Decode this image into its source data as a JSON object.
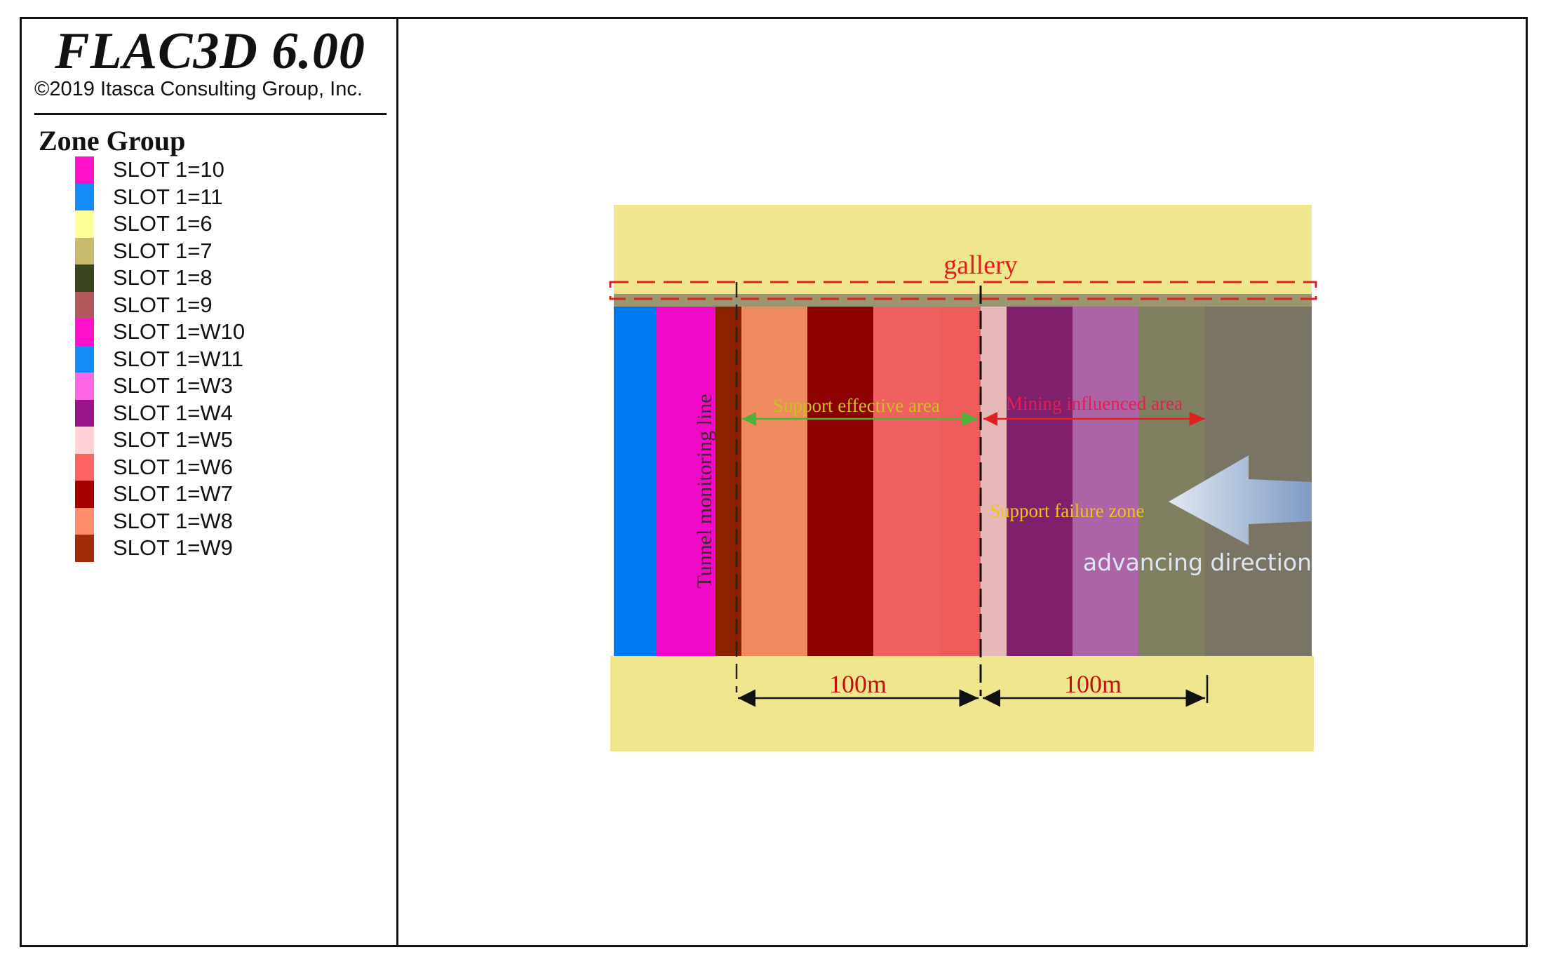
{
  "header": {
    "software_title": "FLAC3D 6.00",
    "copyright": "©2019 Itasca Consulting Group, Inc."
  },
  "legend": {
    "title": "Zone Group",
    "items": [
      {
        "label": "SLOT 1=10",
        "color": "#ff11cc"
      },
      {
        "label": "SLOT 1=11",
        "color": "#138cf7"
      },
      {
        "label": "SLOT 1=6",
        "color": "#ffff99"
      },
      {
        "label": "SLOT 1=7",
        "color": "#c8bb6e"
      },
      {
        "label": "SLOT 1=8",
        "color": "#37441f"
      },
      {
        "label": "SLOT 1=9",
        "color": "#b2585b"
      },
      {
        "label": "SLOT 1=W10",
        "color": "#ff11cc"
      },
      {
        "label": "SLOT 1=W11",
        "color": "#138cf7"
      },
      {
        "label": "SLOT 1=W3",
        "color": "#ff66e5"
      },
      {
        "label": "SLOT 1=W4",
        "color": "#9b1388"
      },
      {
        "label": "SLOT 1=W5",
        "color": "#ffd1d6"
      },
      {
        "label": "SLOT 1=W6",
        "color": "#ff6262"
      },
      {
        "label": "SLOT 1=W7",
        "color": "#a40000"
      },
      {
        "label": "SLOT 1=W8",
        "color": "#ff8c6b"
      },
      {
        "label": "SLOT 1=W9",
        "color": "#a22b0a"
      }
    ]
  },
  "model": {
    "gallery_label": "gallery",
    "tunnel_monitoring_label": "Tunnel monitoring line",
    "support_effective_label": "Support effective area",
    "mining_influenced_label": "Mining influenced area",
    "support_failure_label": "Support failure zone",
    "advancing_label": "advancing direction",
    "dimension_left": "100m",
    "dimension_right": "100m",
    "colors": {
      "rock": "#efe68e",
      "gallery_text": "#e02020",
      "support_text": "#c9c21c",
      "support_arrow": "#4bb33a",
      "mining_text": "#e02050",
      "mining_arrow": "#e02020",
      "failure_text": "#f2c21c",
      "advancing_text": "#dde6f2",
      "dim_text": "#c01010",
      "dashed_box": "#e02020"
    },
    "strips": [
      "#0078f0",
      "#f00ac8",
      "#8c2100",
      "#f08a5f",
      "#8c0000",
      "#f06060",
      "#ee5c5c",
      "#e6b8b8",
      "#80206d",
      "#ad64a6",
      "#808060",
      "#7a7464"
    ]
  }
}
